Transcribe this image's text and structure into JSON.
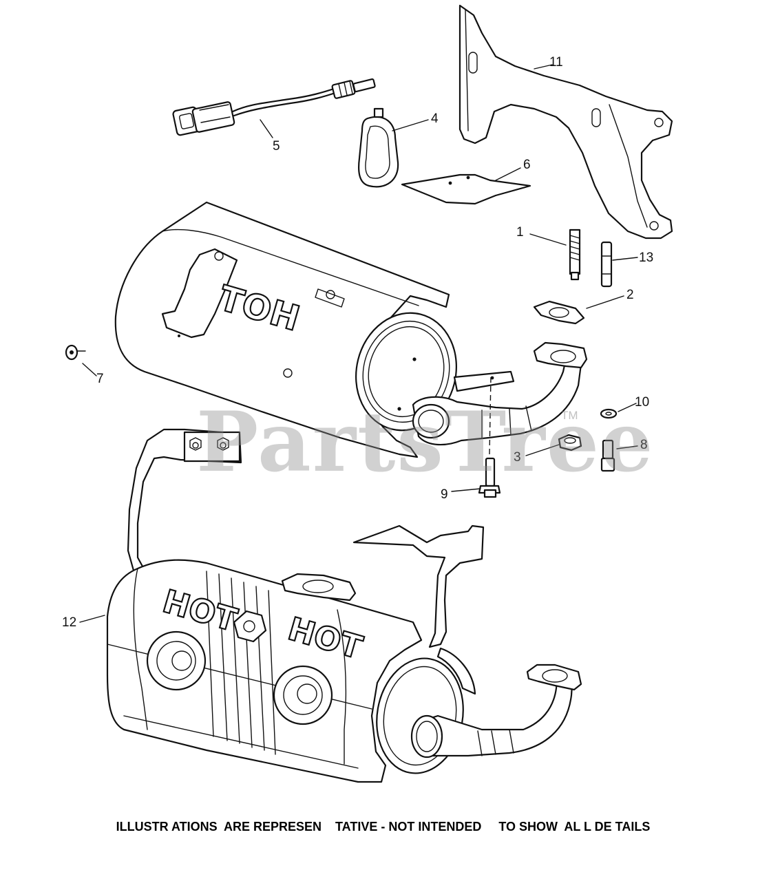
{
  "diagram": {
    "callouts": [
      {
        "id": "callout-1",
        "label": "1"
      },
      {
        "id": "callout-2",
        "label": "2"
      },
      {
        "id": "callout-3",
        "label": "3"
      },
      {
        "id": "callout-4",
        "label": "4"
      },
      {
        "id": "callout-5",
        "label": "5"
      },
      {
        "id": "callout-6",
        "label": "6"
      },
      {
        "id": "callout-7",
        "label": "7"
      },
      {
        "id": "callout-8",
        "label": "8"
      },
      {
        "id": "callout-9",
        "label": "9"
      },
      {
        "id": "callout-10",
        "label": "10"
      },
      {
        "id": "callout-11",
        "label": "11"
      },
      {
        "id": "callout-12",
        "label": "12"
      },
      {
        "id": "callout-13",
        "label": "13"
      }
    ],
    "hot_labels": {
      "upper_shield": "HOT",
      "lower_left": "HOT",
      "lower_right": "HOT"
    },
    "watermark": "PartsTree",
    "trademark": "TM",
    "footer_note": "ILLUSTR ATIONS  ARE REPRESEN    TATIVE - NOT INTENDED     TO SHOW  AL L DE TAILS"
  }
}
